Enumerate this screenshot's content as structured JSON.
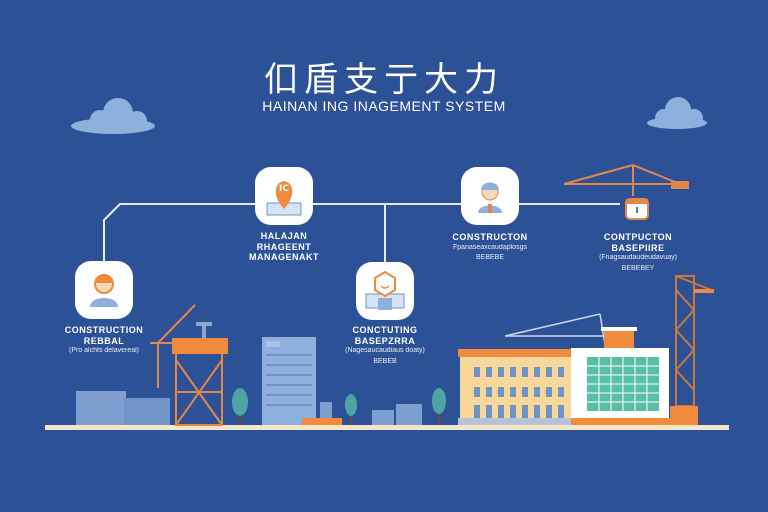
{
  "header": {
    "title": "㐰盾支亍大力",
    "subtitle": "HAINAN ING INAGEMENT SYSTEM"
  },
  "nodes": [
    {
      "icon": "map-pin-book-icon",
      "badge": "IC",
      "lines": [
        "HALAJAN",
        "RHAGEENT",
        "MANAGENAKT"
      ]
    },
    {
      "icon": "worker-hardhat-icon",
      "lines": [
        "CONSTRUCTON",
        "Fpanaseaxcaudaplosgs",
        "BEBEBE"
      ]
    },
    {
      "icon": "person-icon",
      "lines": [
        "CONSTRUCTION",
        "REBBAL",
        "(Pro alchts delavereal)"
      ]
    },
    {
      "icon": "hexagon-smile-document-icon",
      "lines": [
        "CONCTUTING",
        "BASEPZRRA",
        "(Nagesaucaudiaus doaty)",
        "BEBEB"
      ]
    },
    {
      "icon": "crane-hook-icon",
      "lines": [
        "CONTPUCTON",
        "BASEPIIRE",
        "(Fnagsaudaudeudavuay)",
        "BEBEBEY"
      ]
    }
  ],
  "colors": {
    "background": "#2d5196",
    "accent_orange": "#f08a3c",
    "light_blue": "#8fb0dd",
    "teal": "#5bbfa8",
    "ground": "#f6e6c8"
  }
}
